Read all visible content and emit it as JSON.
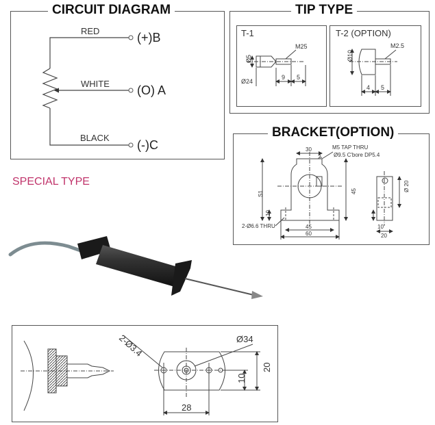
{
  "circuit": {
    "title": "CIRCUIT DIAGRAM",
    "wire_red": "RED",
    "wire_white": "WHITE",
    "wire_black": "BLACK",
    "term_b": "(+)B",
    "term_a": "(O) A",
    "term_c": "(-)C"
  },
  "tip": {
    "title": "TIP TYPE",
    "t1_label": "T-1",
    "t1_thread": "M25",
    "t1_dia_a": "Ø5",
    "t1_dia_b": "Ø24",
    "t1_len_a": "9",
    "t1_len_b": "5",
    "t2_label": "T-2 (OPTION)",
    "t2_thread": "M2.5",
    "t2_dia": "Ø10",
    "t2_len_a": "4",
    "t2_len_b": "5"
  },
  "bracket": {
    "title": "BRACKET(OPTION)",
    "tap": "M5 TAP THRU",
    "cbore": "Ø9.5 C'bore DP5.4",
    "d_30": "30",
    "d_2": "2",
    "d_s1": "S1",
    "d_10": "10",
    "d_45v": "45",
    "d_45h": "45",
    "d_60": "60",
    "holes": "2-Ø6.6 THRU",
    "side_dia": "Ø 20",
    "side_10": "10",
    "side_20": "20"
  },
  "special_label": "SPECIAL TYPE",
  "bottom": {
    "holes": "2-Ø3.4",
    "dia": "Ø34",
    "width": "28",
    "h10": "10",
    "h20": "20"
  },
  "colors": {
    "accent": "#c0336a",
    "line": "#555555"
  }
}
